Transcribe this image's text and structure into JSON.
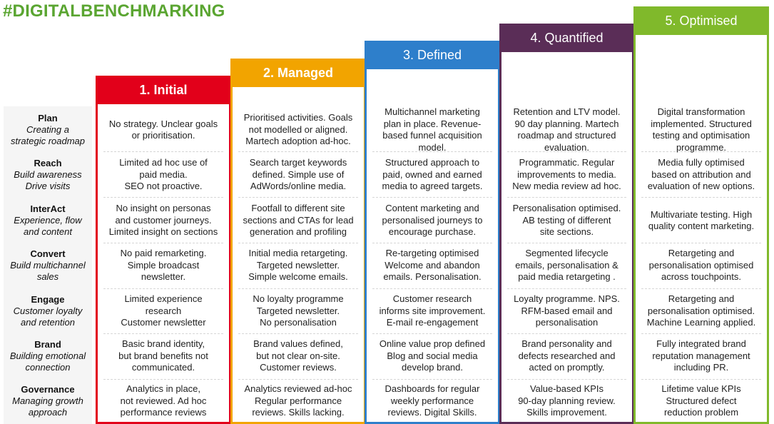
{
  "hashtag": "#DIGITALBENCHMARKING",
  "rows": [
    {
      "title": "Plan",
      "subtitle": [
        "Creating a",
        "strategic roadmap"
      ]
    },
    {
      "title": "Reach",
      "subtitle": [
        "Build awareness",
        "Drive visits"
      ]
    },
    {
      "title": "InterAct",
      "subtitle": [
        "Experience, flow",
        "and content"
      ]
    },
    {
      "title": "Convert",
      "subtitle": [
        "Build multichannel",
        "sales"
      ]
    },
    {
      "title": "Engage",
      "subtitle": [
        "Customer loyalty",
        "and retention"
      ]
    },
    {
      "title": "Brand",
      "subtitle": [
        "Building emotional",
        "connection"
      ]
    },
    {
      "title": "Governance",
      "subtitle": [
        "Managing growth",
        "approach"
      ]
    }
  ],
  "columns": [
    {
      "title": "1. Initial",
      "color": "#e2001a",
      "cells": [
        [
          "No strategy. Unclear goals",
          "or prioritisation."
        ],
        [
          "Limited ad hoc use of",
          "paid media.",
          "SEO not proactive."
        ],
        [
          "No insight on personas",
          "and customer journeys.",
          "Limited insight on sections"
        ],
        [
          "No paid remarketing.",
          "Simple broadcast",
          "newsletter."
        ],
        [
          "Limited experience",
          "research",
          "Customer newsletter"
        ],
        [
          "Basic brand identity,",
          "but brand benefits not",
          "communicated."
        ],
        [
          "Analytics in place,",
          "not reviewed. Ad hoc",
          "performance reviews"
        ]
      ]
    },
    {
      "title": "2. Managed",
      "color": "#f2a400",
      "cells": [
        [
          "Prioritised activities. Goals",
          "not modelled or aligned.",
          "Martech adoption ad-hoc."
        ],
        [
          "Search target keywords",
          "defined. Simple use of",
          "AdWords/online media."
        ],
        [
          "Footfall to different site",
          "sections and CTAs for lead",
          "generation and profiling"
        ],
        [
          "Initial media retargeting.",
          "Targeted newsletter.",
          "Simple welcome emails."
        ],
        [
          "No loyalty programme",
          "Targeted newsletter.",
          "No personalisation"
        ],
        [
          "Brand values defined,",
          "but not clear on-site.",
          "Customer reviews."
        ],
        [
          "Analytics reviewed ad-hoc",
          "Regular performance",
          "reviews. Skills lacking."
        ]
      ]
    },
    {
      "title": "3. Defined",
      "color": "#2e7fcb",
      "cells": [
        [
          "Multichannel marketing",
          "plan in place. Revenue-",
          "based funnel acquisition",
          "model."
        ],
        [
          "Structured approach to",
          "paid, owned and earned",
          "media to agreed targets."
        ],
        [
          "Content marketing and",
          "personalised journeys to",
          "encourage purchase."
        ],
        [
          "Re-targeting optimised",
          "Welcome and abandon",
          "emails. Personalisation."
        ],
        [
          "Customer research",
          "informs site improvement.",
          "E-mail re-engagement"
        ],
        [
          "Online value prop defined",
          "Blog and social media",
          "develop brand."
        ],
        [
          "Dashboards for regular",
          "weekly performance",
          "reviews. Digital Skills."
        ]
      ]
    },
    {
      "title": "4. Quantified",
      "color": "#5a2d57",
      "cells": [
        [
          "Retention and LTV model.",
          "90 day planning. Martech",
          "roadmap and structured",
          "evaluation."
        ],
        [
          "Programmatic. Regular",
          "improvements to media.",
          "New media review ad hoc."
        ],
        [
          "Personalisation optimised.",
          "AB testing of different",
          "site sections."
        ],
        [
          "Segmented lifecycle",
          "emails, personalisation &",
          "paid media retargeting ."
        ],
        [
          "Loyalty programme. NPS.",
          "RFM-based email and",
          "personalisation"
        ],
        [
          "Brand personality and",
          "defects researched and",
          "acted on promptly."
        ],
        [
          "Value-based KPIs",
          "90-day planning review.",
          "Skills improvement."
        ]
      ]
    },
    {
      "title": "5. Optimised",
      "color": "#80b92b",
      "cells": [
        [
          "Digital transformation",
          "implemented. Structured",
          "testing and optimisation",
          "programme."
        ],
        [
          "Media fully optimised",
          "based on attribution and",
          "evaluation of new options."
        ],
        [
          "Multivariate testing. High",
          "quality content marketing."
        ],
        [
          "Retargeting and",
          "personalisation optimised",
          "across touchpoints."
        ],
        [
          "Retargeting and",
          "personalisation optimised.",
          "Machine Learning applied."
        ],
        [
          "Fully integrated brand",
          "reputation management",
          "including PR."
        ],
        [
          "Lifetime value KPIs",
          "Structured defect",
          "reduction problem"
        ]
      ]
    }
  ]
}
